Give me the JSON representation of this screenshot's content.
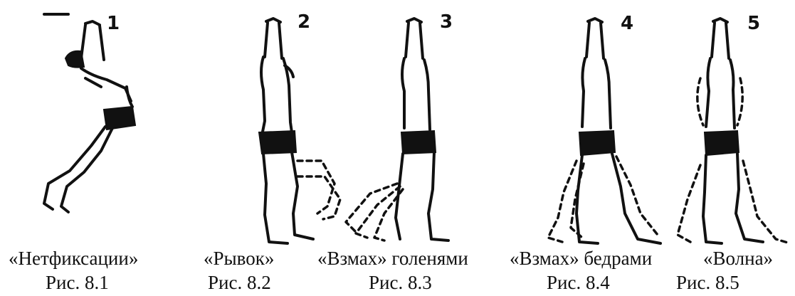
{
  "figures": [
    {
      "number": "1",
      "caption": "«Нетфиксации»",
      "label": "Рис. 8.1"
    },
    {
      "number": "2",
      "caption": "«Рывок»",
      "label": "Рис. 8.2"
    },
    {
      "number": "3",
      "caption": "«Взмах» голенями",
      "label": "Рис. 8.3"
    },
    {
      "number": "4",
      "caption": "«Взмах» бедрами",
      "label": "Рис. 8.4"
    },
    {
      "number": "5",
      "caption": "«Волна»",
      "label": "Рис. 8.5"
    }
  ]
}
